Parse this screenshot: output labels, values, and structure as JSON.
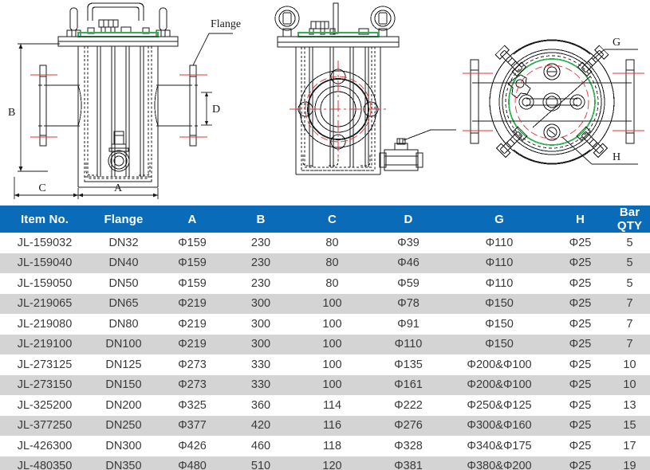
{
  "drawing": {
    "labels": {
      "flange": "Flange",
      "dim_b": "B",
      "dim_c": "C",
      "dim_a": "A",
      "dim_d": "D",
      "dim_g": "G",
      "dim_h": "H"
    },
    "colors": {
      "line": "#1a1a1a",
      "centerline": "#e03535",
      "gasket": "#2fb14f"
    }
  },
  "table": {
    "header_bg": "#0a6cb8",
    "header_text": "#ffffff",
    "stripe_bg": "#d4d4d4",
    "columns": [
      "Item No.",
      "Flange",
      "A",
      "B",
      "C",
      "D",
      "G",
      "H",
      "Bar QTY"
    ],
    "rows": [
      {
        "item": "JL-159032",
        "flange": "DN32",
        "a": "Φ159",
        "b": "230",
        "c": "80",
        "d": "Φ39",
        "g": "Φ110",
        "h": "Φ25",
        "bar": "5"
      },
      {
        "item": "JL-159040",
        "flange": "DN40",
        "a": "Φ159",
        "b": "230",
        "c": "80",
        "d": "Φ46",
        "g": "Φ110",
        "h": "Φ25",
        "bar": "5"
      },
      {
        "item": "JL-159050",
        "flange": "DN50",
        "a": "Φ159",
        "b": "230",
        "c": "80",
        "d": "Φ59",
        "g": "Φ110",
        "h": "Φ25",
        "bar": "5"
      },
      {
        "item": "JL-219065",
        "flange": "DN65",
        "a": "Φ219",
        "b": "300",
        "c": "100",
        "d": "Φ78",
        "g": "Φ150",
        "h": "Φ25",
        "bar": "7"
      },
      {
        "item": "JL-219080",
        "flange": "DN80",
        "a": "Φ219",
        "b": "300",
        "c": "100",
        "d": "Φ91",
        "g": "Φ150",
        "h": "Φ25",
        "bar": "7"
      },
      {
        "item": "JL-219100",
        "flange": "DN100",
        "a": "Φ219",
        "b": "300",
        "c": "100",
        "d": "Φ110",
        "g": "Φ150",
        "h": "Φ25",
        "bar": "7"
      },
      {
        "item": "JL-273125",
        "flange": "DN125",
        "a": "Φ273",
        "b": "330",
        "c": "100",
        "d": "Φ135",
        "g": "Φ200&Φ100",
        "h": "Φ25",
        "bar": "10"
      },
      {
        "item": "JL-273150",
        "flange": "DN150",
        "a": "Φ273",
        "b": "330",
        "c": "100",
        "d": "Φ161",
        "g": "Φ200&Φ100",
        "h": "Φ25",
        "bar": "10"
      },
      {
        "item": "JL-325200",
        "flange": "DN200",
        "a": "Φ325",
        "b": "360",
        "c": "114",
        "d": "Φ222",
        "g": "Φ250&Φ125",
        "h": "Φ25",
        "bar": "13"
      },
      {
        "item": "JL-377250",
        "flange": "DN250",
        "a": "Φ377",
        "b": "420",
        "c": "116",
        "d": "Φ276",
        "g": "Φ300&Φ160",
        "h": "Φ25",
        "bar": "15"
      },
      {
        "item": "JL-426300",
        "flange": "DN300",
        "a": "Φ426",
        "b": "460",
        "c": "118",
        "d": "Φ328",
        "g": "Φ340&Φ175",
        "h": "Φ25",
        "bar": "17"
      },
      {
        "item": "JL-480350",
        "flange": "DN350",
        "a": "Φ480",
        "b": "510",
        "c": "120",
        "d": "Φ381",
        "g": "Φ380&Φ200",
        "h": "Φ25",
        "bar": "19"
      }
    ]
  }
}
